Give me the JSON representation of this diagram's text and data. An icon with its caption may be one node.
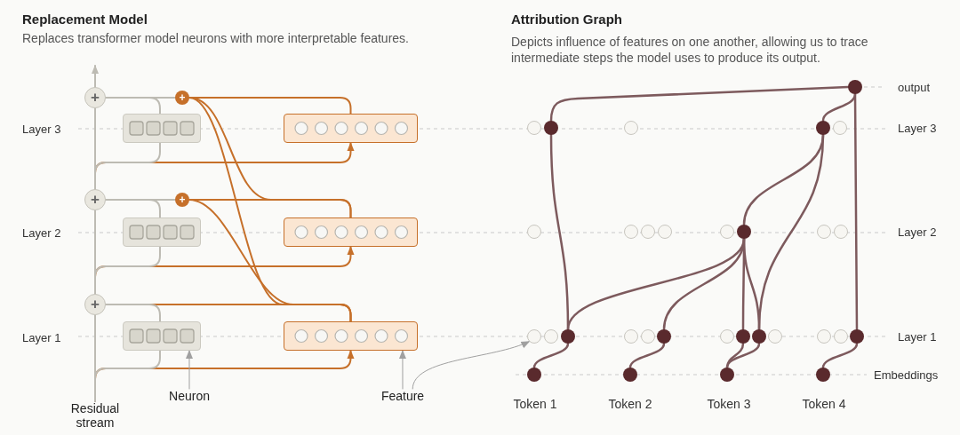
{
  "diagram": {
    "nodes": [
      {
        "text": [
          "+"
        ]
      },
      {
        "text": [
          "+"
        ]
      },
      {
        "text": [],
        "shape": "box"
      },
      {
        "text": [],
        "shape": "box"
      },
      {
        "text": [
          "+"
        ]
      },
      {
        "text": [
          "+"
        ]
      },
      {
        "text": [],
        "shape": "box"
      },
      {
        "text": [],
        "shape": "box"
      },
      {
        "text": [
          "+"
        ]
      },
      {
        "text": [],
        "shape": "box"
      },
      {
        "text": [],
        "shape": "box"
      },
      {
        "text": [
          "Residual stream"
        ]
      },
      {
        "text": [
          "Neuron"
        ]
      },
      {
        "text": [
          "Feature"
        ]
      },
      {
        "text": [],
        "shape": "circle"
      },
      {
        "text": [],
        "shape": "circle"
      },
      {
        "text": [],
        "shape": "circle"
      },
      {
        "text": [],
        "shape": "circle"
      },
      {
        "text": [],
        "shape": "circle"
      },
      {
        "text": [],
        "shape": "circle"
      },
      {
        "text": [],
        "shape": "circle"
      },
      {
        "text": [],
        "shape": "circle"
      },
      {
        "text": [],
        "shape": "circle"
      },
      {
        "text": [],
        "shape": "circle"
      },
      {
        "text": [],
        "shape": "circle"
      },
      {
        "text": [],
        "shape": "circle"
      },
      {
        "text": [],
        "shape": "circle"
      },
      {
        "text": [],
        "shape": "circle"
      },
      {
        "text": [],
        "shape": "circle"
      },
      {
        "text": [],
        "shape": "circle"
      },
      {
        "text": [],
        "shape": "circle"
      },
      {
        "text": [],
        "shape": "circle"
      },
      {
        "text": [],
        "shape": "circle"
      },
      {
        "text": [],
        "shape": "circle"
      },
      {
        "text": [],
        "shape": "circle"
      },
      {
        "text": [],
        "shape": "circle"
      },
      {
        "text": [],
        "shape": "circle"
      },
      {
        "text": [],
        "shape": "circle"
      },
      {
        "text": [],
        "shape": "circle"
      },
      {
        "text": [],
        "shape": "circle"
      },
      {
        "text": [],
        "shape": "circle"
      },
      {
        "text": [],
        "shape": "circle"
      },
      {
        "text": [],
        "shape": "circle"
      },
      {
        "text": [],
        "shape": "circle"
      },
      {
        "text": [],
        "shape": "circle"
      }
    ],
    "edges": [
      {
        "from": 11,
        "to": 8,
        "arrow": "none",
        "color": "#bdbbb3"
      },
      {
        "from": 8,
        "to": 4,
        "arrow": "none",
        "color": "#bdbbb3"
      },
      {
        "from": 4,
        "to": 0,
        "arrow": "none",
        "color": "#bdbbb3"
      },
      {
        "from": 0,
        "to": null,
        "arrow": "to",
        "color": "#bdbbb3"
      },
      {
        "from": 11,
        "to": 9,
        "arrow": "none",
        "color": "#bdbbb3"
      },
      {
        "from": 8,
        "to": 6,
        "arrow": "none",
        "color": "#bdbbb3"
      },
      {
        "from": 4,
        "to": 2,
        "arrow": "none",
        "color": "#bdbbb3"
      },
      {
        "from": 9,
        "to": 8,
        "arrow": "none",
        "color": "#bdbbb3"
      },
      {
        "from": 6,
        "to": 4,
        "arrow": "none",
        "color": "#bdbbb3"
      },
      {
        "from": 2,
        "to": 0,
        "arrow": "none",
        "color": "#bdbbb3"
      },
      {
        "from": 5,
        "to": 4,
        "arrow": "none",
        "color": "#bdbbb3"
      },
      {
        "from": 1,
        "to": 0,
        "arrow": "none",
        "color": "#bdbbb3"
      },
      {
        "from": 11,
        "to": 10,
        "arrow": "to",
        "color": "#c6702a"
      },
      {
        "from": 8,
        "to": 7,
        "arrow": "to",
        "color": "#c6702a"
      },
      {
        "from": 4,
        "to": 3,
        "arrow": "to",
        "color": "#c6702a"
      },
      {
        "from": 10,
        "to": 8,
        "arrow": "none",
        "color": "#c6702a"
      },
      {
        "from": 10,
        "to": 5,
        "arrow": "none",
        "color": "#c6702a"
      },
      {
        "from": 10,
        "to": 1,
        "arrow": "none",
        "color": "#c6702a"
      },
      {
        "from": 7,
        "to": 5,
        "arrow": "none",
        "color": "#c6702a"
      },
      {
        "from": 7,
        "to": 1,
        "arrow": "none",
        "color": "#c6702a"
      },
      {
        "from": 3,
        "to": 1,
        "arrow": "none",
        "color": "#c6702a"
      },
      {
        "from": 12,
        "to": 9,
        "arrow": "to",
        "color": "#a0a0a0"
      },
      {
        "from": 13,
        "to": 10,
        "arrow": "to",
        "color": "#a0a0a0"
      },
      {
        "from": 13,
        "to": 28,
        "arrow": "to",
        "color": "#a0a0a0"
      },
      {
        "from": 41,
        "to": 30,
        "arrow": "none"
      },
      {
        "from": 42,
        "to": 33,
        "arrow": "none"
      },
      {
        "from": 43,
        "to": 35,
        "arrow": "none"
      },
      {
        "from": 43,
        "to": 36,
        "arrow": "none"
      },
      {
        "from": 44,
        "to": 40,
        "arrow": "none"
      },
      {
        "from": 30,
        "to": 16,
        "arrow": "none"
      },
      {
        "from": 30,
        "to": 25,
        "arrow": "none"
      },
      {
        "from": 33,
        "to": 25,
        "arrow": "none"
      },
      {
        "from": 35,
        "to": 25,
        "arrow": "none"
      },
      {
        "from": 36,
        "to": 25,
        "arrow": "none"
      },
      {
        "from": 36,
        "to": 18,
        "arrow": "none"
      },
      {
        "from": 25,
        "to": 18,
        "arrow": "none"
      },
      {
        "from": 16,
        "to": 14,
        "arrow": "none"
      },
      {
        "from": 18,
        "to": 14,
        "arrow": "none"
      },
      {
        "from": 40,
        "to": 14,
        "arrow": "none"
      }
    ],
    "labels": [
      "Replacement Model",
      "Replaces transformer model neurons with more interpretable features.",
      "Attribution Graph",
      "Depicts influence of features on one another, allowing us to trace intermediate steps the model uses to produce its output.",
      "output",
      "Layer 3",
      "Layer 3",
      "Layer 2",
      "Layer 2",
      "Layer 1",
      "Layer 1",
      "Embeddings",
      "Token 1",
      "Token 2",
      "Token 3",
      "Token 4"
    ]
  }
}
